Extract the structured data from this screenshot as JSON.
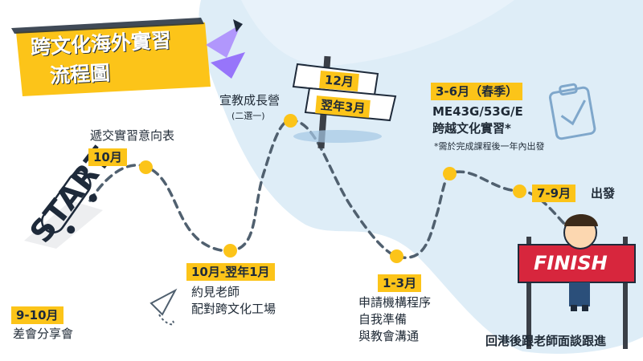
{
  "title": {
    "line1": "跨文化海外實習",
    "line2": "流程圖"
  },
  "start": {
    "label": "START"
  },
  "finish": {
    "label": "FINISH"
  },
  "colors": {
    "accent": "#fcc419",
    "road": "#50606f",
    "banner": "#d7263d",
    "sky": "#deedf7",
    "navy": "#1e2a3a"
  },
  "steps": [
    {
      "date": "9-10月",
      "lines": [
        "差會分享會"
      ]
    },
    {
      "date": "10月",
      "lines": [
        "遞交實習意向表"
      ]
    },
    {
      "date": "10月-翌年1月",
      "lines": [
        "約見老師",
        "配對跨文化工場"
      ]
    },
    {
      "date_lines": [
        "12月",
        "翌年3月"
      ],
      "lines": [
        "宣教成長營"
      ],
      "note": "(二選一)"
    },
    {
      "date": "1-3月",
      "lines": [
        "申請機構程序",
        "自我準備",
        "與教會溝通"
      ]
    },
    {
      "date": "3-6月（春季）",
      "lines": [
        "ME43G/53G/E",
        "跨越文化實習*"
      ],
      "note": "*需於完成課程後一年內出發"
    },
    {
      "date": "7-9月",
      "lines": [
        "出發"
      ]
    },
    {
      "lines": [
        "回港後跟老師面談跟進"
      ]
    }
  ]
}
